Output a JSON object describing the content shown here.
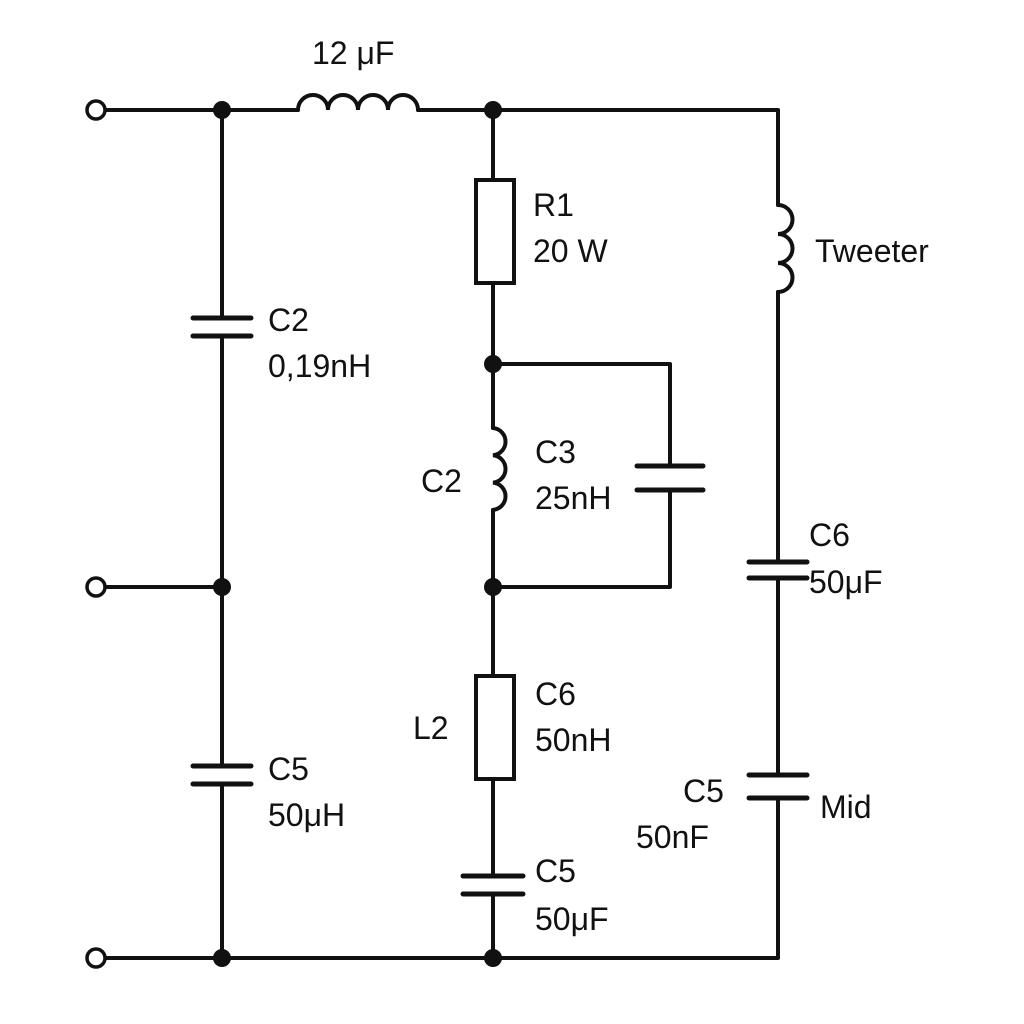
{
  "labels": {
    "series_inductor": "12 μF",
    "r1_name": "R1",
    "r1_value": "20 W",
    "tweeter": "Tweeter",
    "c2_name": "C2",
    "c2_value": "0,19nH",
    "mid_coil_name": "C2",
    "c3_name": "C3",
    "c3_value": "25nH",
    "c6_top_name": "C6",
    "c6_top_value": "50μF",
    "l2_name": "L2",
    "c6_name": "C6",
    "c6_value": "50nH",
    "c5_left_name": "C5",
    "c5_left_value": "50μH",
    "c5_right_name": "C5",
    "c5_right_value": "50nF",
    "mid": "Mid",
    "c5_bottom_name": "C5",
    "c5_bottom_value": "50μF"
  }
}
